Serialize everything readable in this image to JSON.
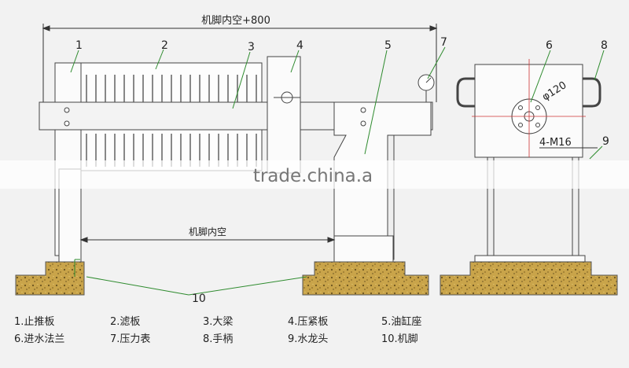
{
  "labels": {
    "top_dimension": "机脚内空+800",
    "middle_dimension": "机脚内空",
    "diameter": "φ120",
    "bolt": "4-M16",
    "watermark": "trade.china.a"
  },
  "callouts": [
    "1",
    "2",
    "3",
    "4",
    "5",
    "6",
    "7",
    "8",
    "9",
    "10"
  ],
  "legend": [
    [
      "1.止推板",
      "2.滤板",
      "3.大梁",
      "4.压紧板",
      "5.油缸座"
    ],
    [
      "6.进水法兰",
      "7.压力表",
      "8.手柄",
      "9.水龙头",
      "10.机脚"
    ]
  ]
}
